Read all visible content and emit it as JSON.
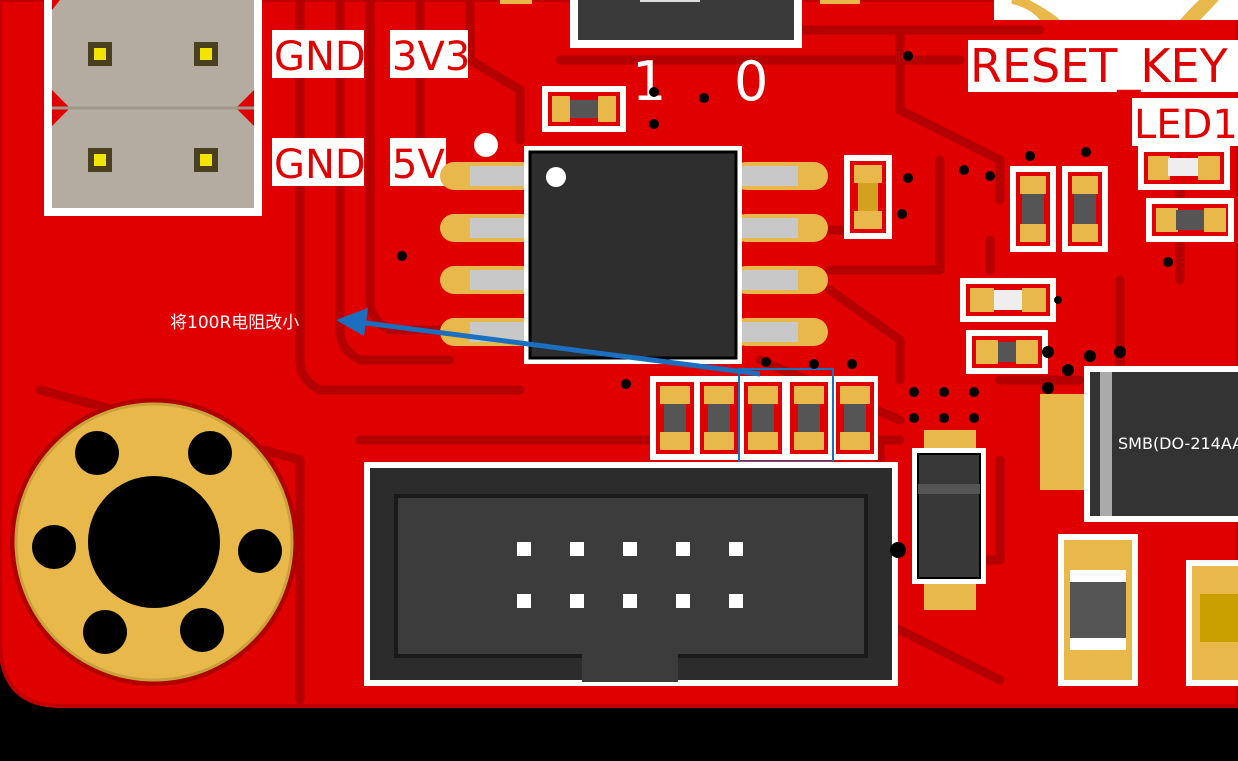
{
  "silkscreen": {
    "gnd_1": "GND",
    "v3v3": "3V3",
    "gnd_2": "GND",
    "v5v": "5V",
    "switch_pos_1": "1",
    "switch_pos_0": "0",
    "reset_key": "RESET_KEY",
    "led": "LED1",
    "diode_package": "SMB(DO-214AA)"
  },
  "annotation": {
    "text": "将100R电阻改小",
    "color": "#1a6fbf"
  },
  "colors": {
    "board": "#e00000",
    "board_dark": "#b00000",
    "pad_gold": "#e8b84a",
    "silk_white": "#ffffff",
    "ic_body": "#2e2e2e"
  }
}
